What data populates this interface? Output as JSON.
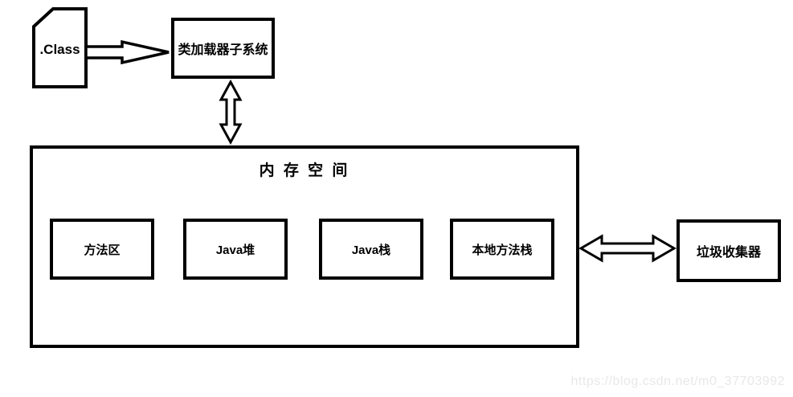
{
  "diagram": {
    "class_file": {
      "label": ".Class"
    },
    "class_loader": {
      "label": "类加载器子系统"
    },
    "memory": {
      "title": "内 存 空 间",
      "regions": [
        {
          "label": "方法区"
        },
        {
          "label": "Java堆"
        },
        {
          "label": "Java栈"
        },
        {
          "label": "本地方法栈"
        }
      ]
    },
    "garbage_collector": {
      "label": "垃圾收集器"
    },
    "colors": {
      "line": "#000000",
      "background": "#ffffff",
      "watermark_text": "#e8e8e8"
    }
  },
  "watermark": {
    "text": "https://blog.csdn.net/m0_37703992"
  }
}
